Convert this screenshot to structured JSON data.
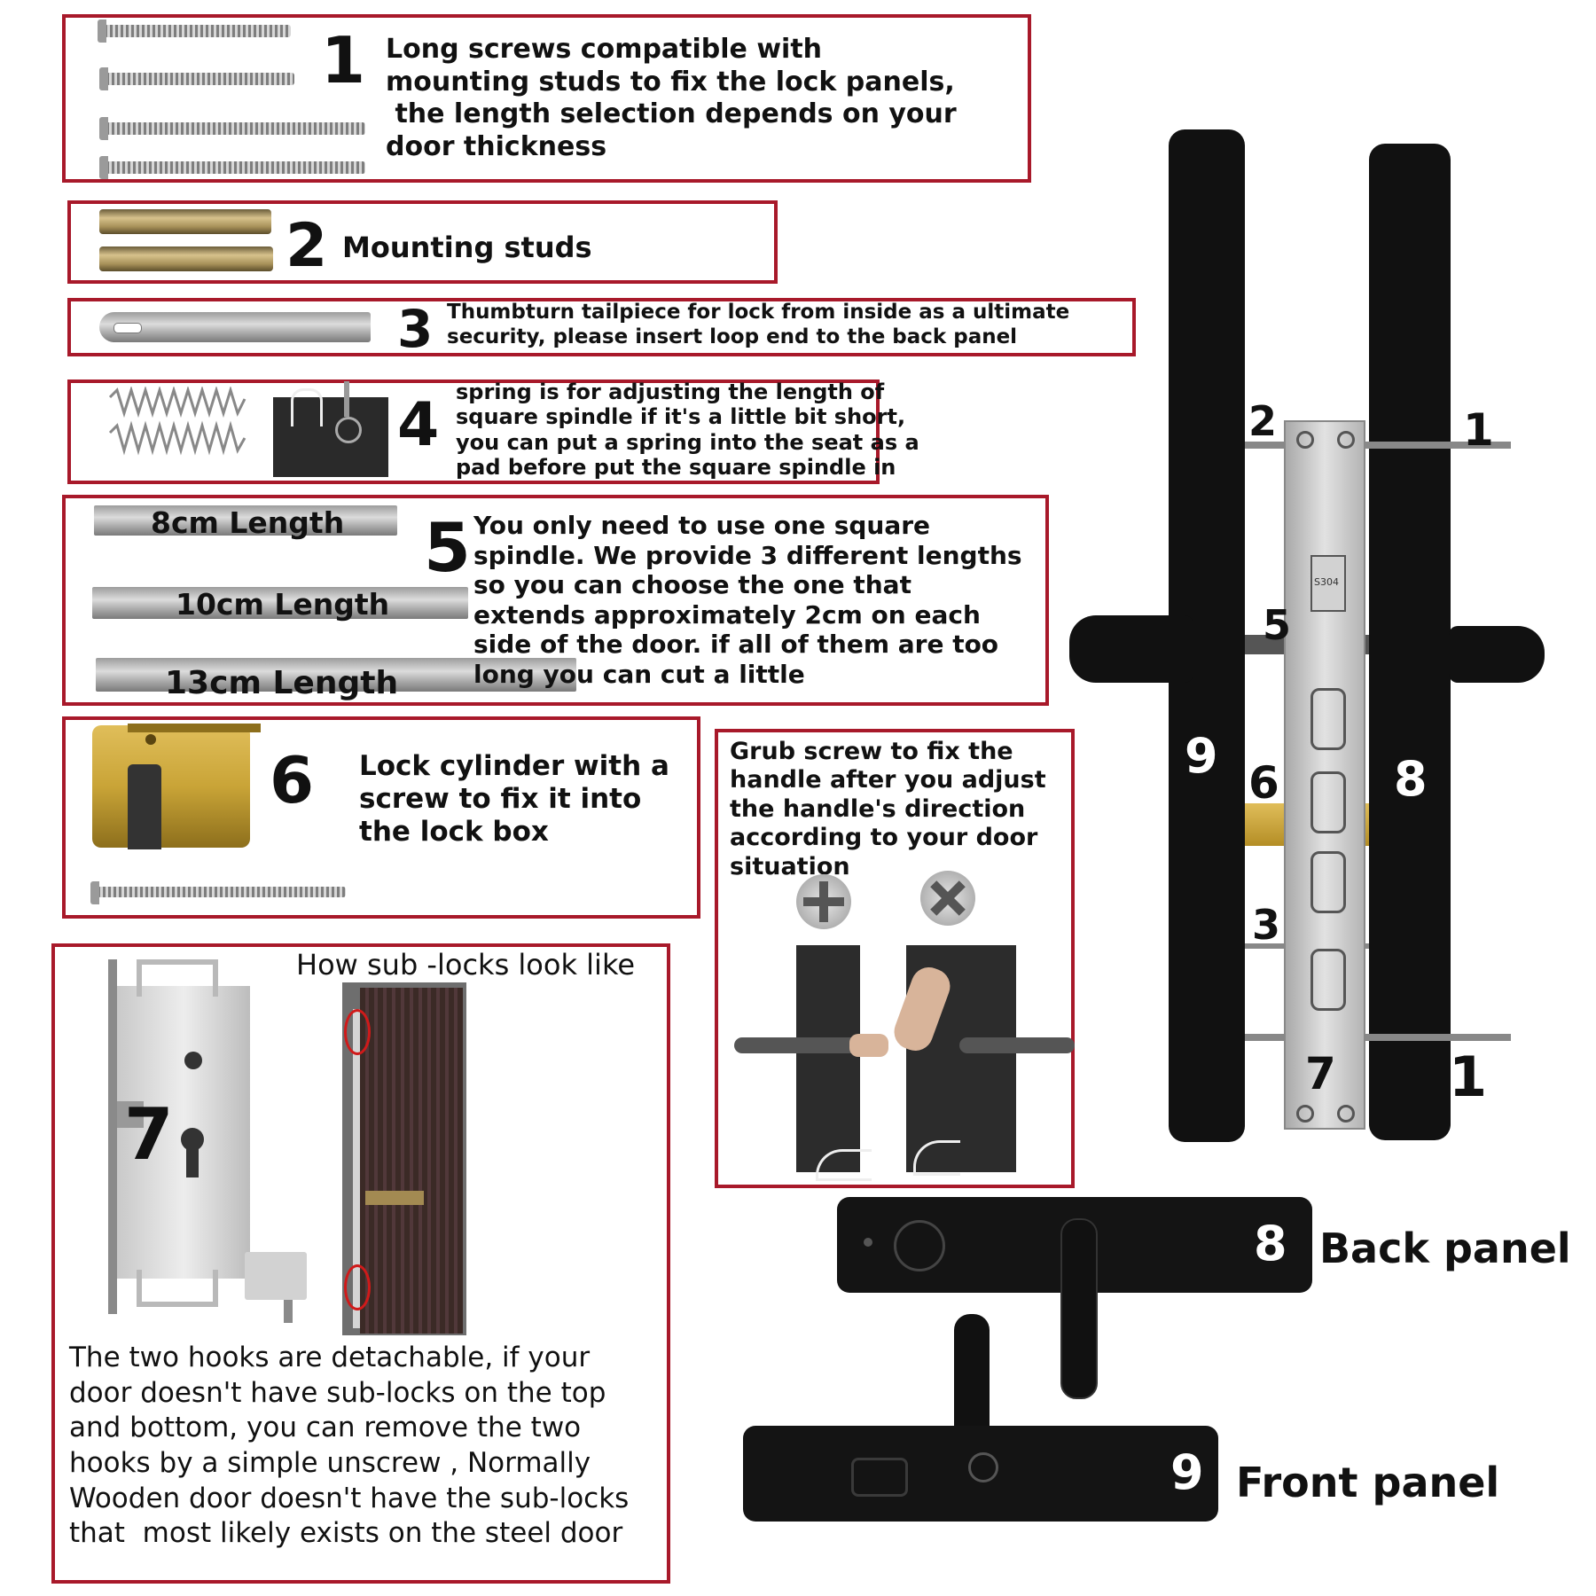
{
  "items": {
    "screws": {
      "number": "1",
      "text": [
        "Long screws compatible with",
        "mounting studs to fix the lock panels,",
        " the length selection depends on your",
        "door thickness"
      ]
    },
    "studs": {
      "number": "2",
      "text": [
        "Mounting studs"
      ]
    },
    "tailpiece": {
      "number": "3",
      "text": [
        "Thumbturn tailpiece for lock from inside as a ultimate",
        "security, please insert loop end to the back panel"
      ]
    },
    "spring": {
      "number": "4",
      "text": [
        "spring is for adjusting the length of",
        "square spindle if it's a little bit short,",
        "you can put a spring into the seat as a",
        "pad before put the square spindle in"
      ]
    },
    "spindle": {
      "number": "5",
      "lengths": [
        "8cm Length",
        "10cm Length",
        "13cm Length"
      ],
      "text": [
        "You only need to use one square",
        "spindle. We provide 3 different lengths",
        "so you can choose the one that",
        "extends approximately 2cm on each",
        "side of the door. if all of them are too",
        "long you can cut a little"
      ]
    },
    "cylinder": {
      "number": "6",
      "text": [
        "Lock cylinder with a",
        "screw to fix it into",
        "the lock box"
      ]
    },
    "grub": {
      "text": [
        "Grub screw to fix the",
        "handle after you adjust",
        "the handle's direction",
        "according to your door",
        "situation"
      ]
    },
    "sublocks": {
      "number": "7",
      "title": "How sub -locks look like",
      "text": [
        "The two hooks are detachable, if your",
        "door doesn't have sub-locks on the top",
        "and bottom, you can remove the two",
        "hooks by a simple unscrew , Normally",
        "Wooden door doesn't have the sub-locks",
        "that  most likely exists on the steel door"
      ]
    }
  },
  "assembly": {
    "callouts": {
      "c2": "2",
      "c1a": "1",
      "c5": "5",
      "c9": "9",
      "c6": "6",
      "c8": "8",
      "c3": "3",
      "c7": "7",
      "c1b": "1"
    },
    "lock_label": "S304"
  },
  "panels": {
    "back": {
      "number": "8",
      "label": "Back panel"
    },
    "front": {
      "number": "9",
      "label": "Front panel"
    }
  },
  "colors": {
    "frame": "#a8192a",
    "panel": "#111111",
    "brass": "#c9a437",
    "steel": "#c7c7c7"
  }
}
